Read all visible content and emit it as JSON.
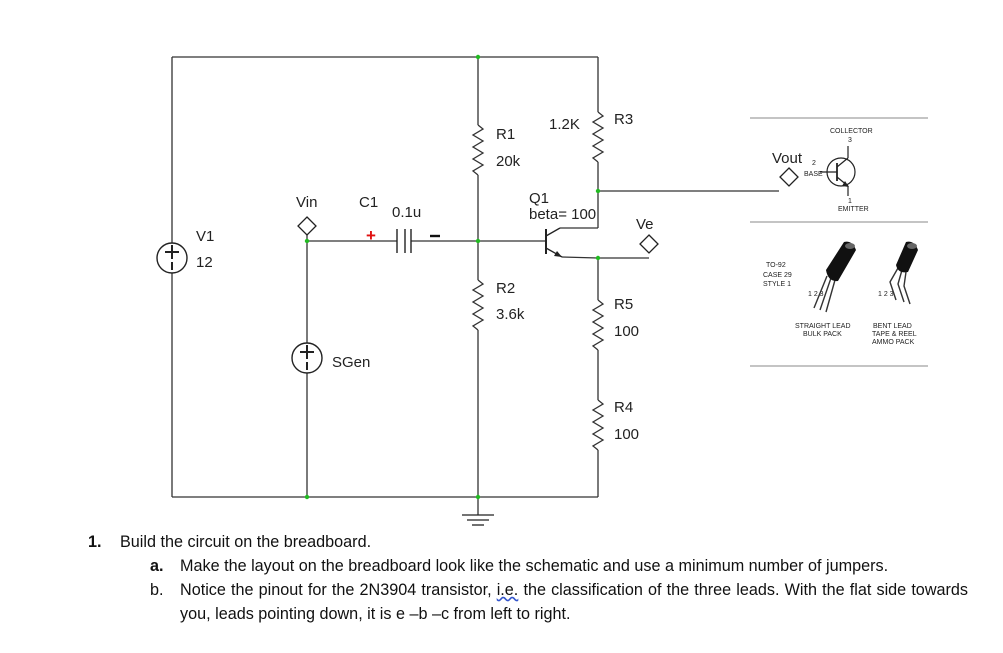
{
  "schematic": {
    "components": {
      "V1": {
        "name": "V1",
        "value": "12"
      },
      "SGen": {
        "name": "SGen"
      },
      "C1": {
        "name": "C1",
        "value": "0.1u"
      },
      "R1": {
        "name": "R1",
        "value": "20k"
      },
      "R2": {
        "name": "R2",
        "value": "3.6k"
      },
      "R3": {
        "name": "R3",
        "value": "1.2K"
      },
      "R4": {
        "name": "R4",
        "value": "100"
      },
      "R5": {
        "name": "R5",
        "value": "100"
      },
      "Q1": {
        "name": "Q1",
        "value": "beta= 100"
      }
    },
    "probes": {
      "vin": "Vin",
      "ve": "Ve",
      "vout": "Vout"
    }
  },
  "package": {
    "collector": "COLLECTOR",
    "collector_pin": "3",
    "base": "BASE",
    "base_pin": "2",
    "emitter": "EMITTER",
    "emitter_pin": "1",
    "case_line1": "TO-92",
    "case_line2": "CASE 29",
    "case_line3": "STYLE 1",
    "straight_line1": "STRAIGHT LEAD",
    "straight_line2": "BULK PACK",
    "bent_line1": "BENT LEAD",
    "bent_line2": "TAPE & REEL",
    "bent_line3": "AMMO PACK",
    "pins_left": "1 2 3",
    "pins_right": "1 2 3"
  },
  "instructions": {
    "item1_num": "1.",
    "item1_text": "Build the circuit on the breadboard.",
    "a_label": "a.",
    "a_text": "Make the layout on the breadboard look like the schematic and use a minimum number of jumpers.",
    "b_label": "b.",
    "b_text_pre": "Notice the pinout for the 2N3904 transistor, ",
    "b_text_ie": "i.e.",
    "b_text_post": " the classification of the three leads. With the flat side towards you, leads pointing down, it is e –b –c from left to right."
  }
}
